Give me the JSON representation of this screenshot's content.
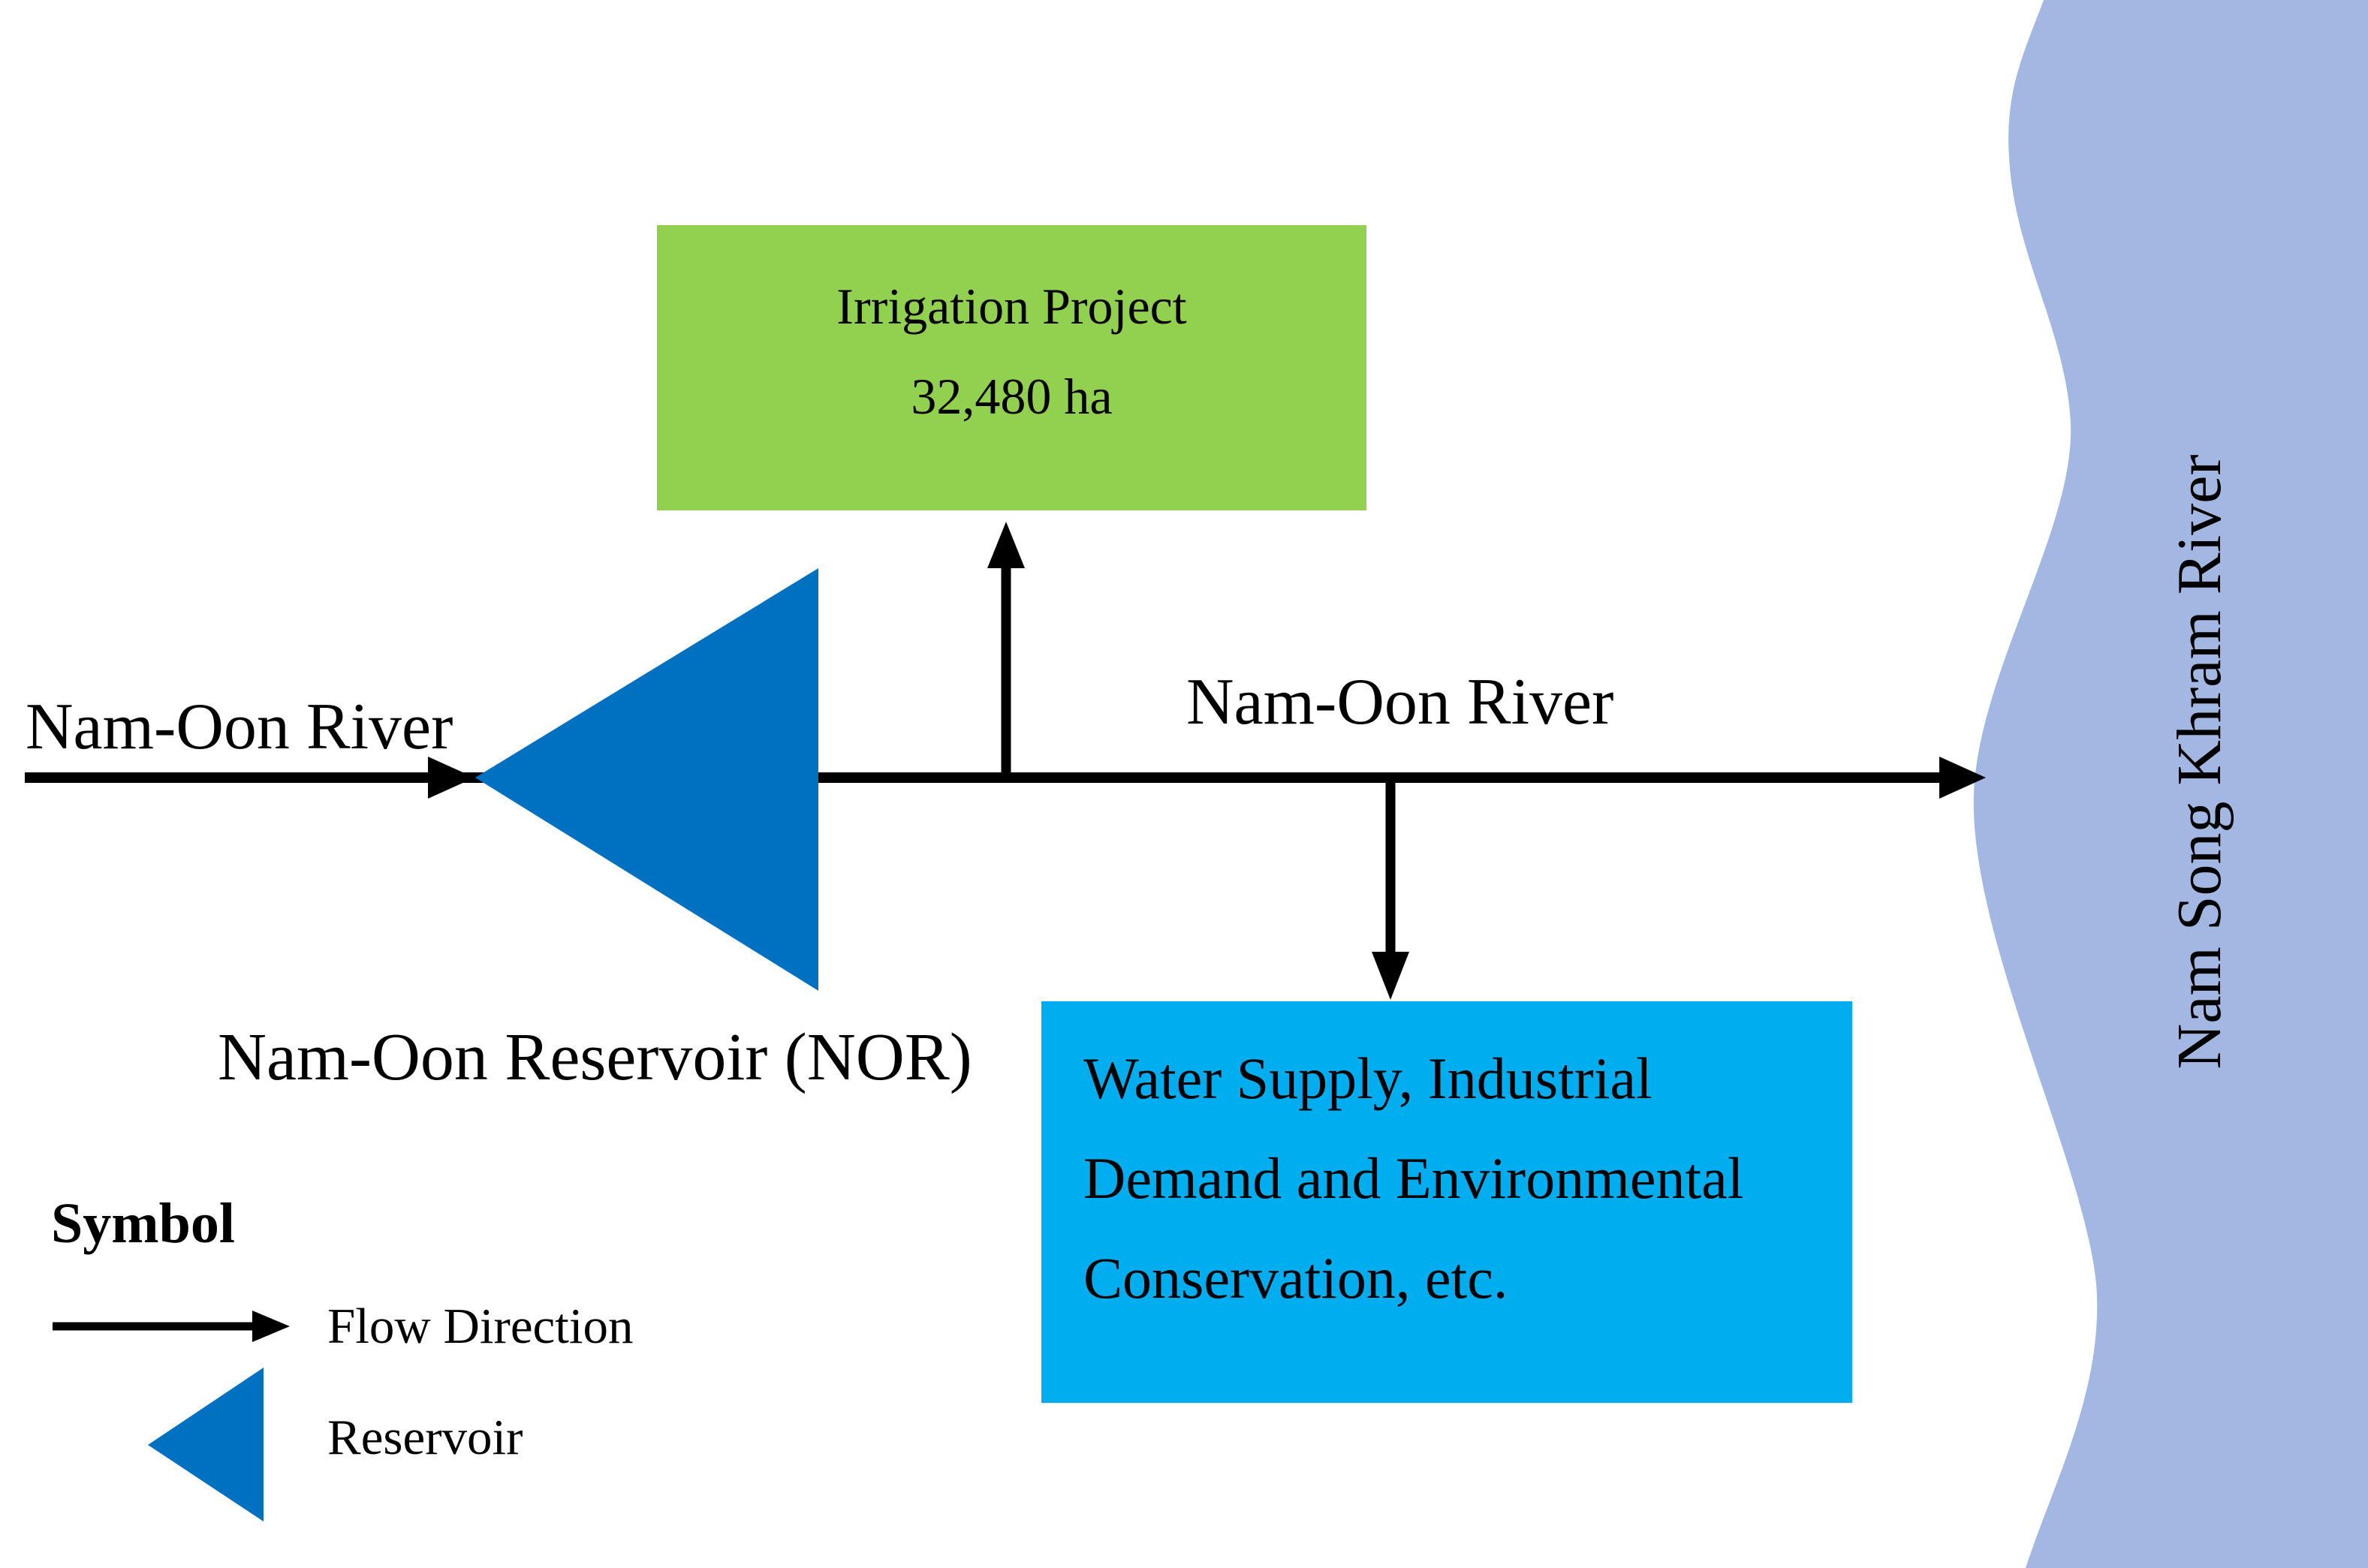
{
  "boxes": {
    "irrigation": {
      "line1": "Irrigation Project",
      "line2": "32,480 ha"
    },
    "demand": {
      "line1": "Water Supply, Industrial",
      "line2": "Demand and Environmental",
      "line3": "Conservation, etc."
    }
  },
  "labels": {
    "river_left": "Nam-Oon River",
    "river_mid": "Nam-Oon River",
    "reservoir_name": "Nam-Oon Reservoir (NOR)",
    "band_river": "Nam Song Khram River"
  },
  "legend": {
    "title": "Symbol",
    "flow_label": "Flow Direction",
    "reservoir_label": "Reservoir"
  },
  "colors": {
    "irrigation_green": "#92D050",
    "demand_cyan": "#00AEEF",
    "reservoir_blue": "#0070C0",
    "river_band_blue": "#A2B7E2",
    "line_black": "#000000"
  }
}
